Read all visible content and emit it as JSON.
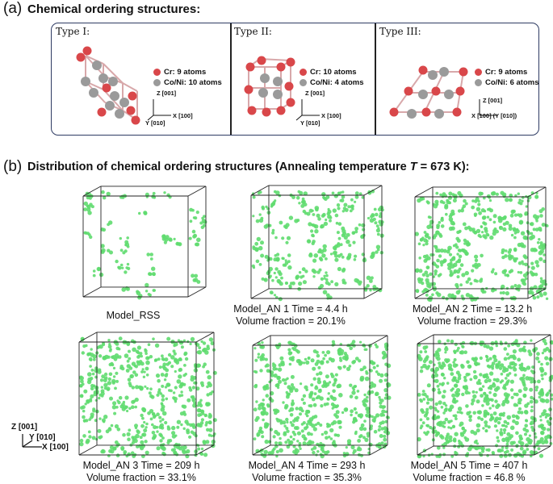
{
  "panel_a": {
    "letter": "(a)",
    "title": "Chemical ordering structures:",
    "types": [
      {
        "label": "Type I:",
        "cr": "Cr: 9 atoms",
        "coni": "Co/Ni: 10 atoms",
        "axis_z": "Z [001]",
        "axis_x": "X [100]",
        "axis_y": "Y [010]"
      },
      {
        "label": "Type II:",
        "cr": "Cr: 10 atoms",
        "coni": "Co/Ni: 4 atoms",
        "axis_z": "Z [001]",
        "axis_x": "X [100]",
        "axis_y": "Y [010]"
      },
      {
        "label": "Type III:",
        "cr": "Cr: 9 atoms",
        "coni": "Co/Ni: 6 atoms",
        "axis_z": "Z [001]",
        "axis_x": "X [100] (Y [010])"
      }
    ]
  },
  "panel_b": {
    "letter": "(b)",
    "title_prefix": "Distribution of chemical ordering structures (Annealing temperature ",
    "title_var": "T",
    "title_suffix": " = 673 K):",
    "axis": {
      "z": "Z [001]",
      "y": "Y [010]",
      "x": "X [100]"
    },
    "models": [
      {
        "line1": "Model_RSS",
        "line2": ""
      },
      {
        "line1": "Model_AN 1  Time = 4.4 h",
        "line2": "Volume fraction = 20.1%"
      },
      {
        "line1": "Model_AN 2  Time = 13.2 h",
        "line2": "Volume fraction = 29.3%"
      },
      {
        "line1": "Model_AN 3  Time = 209 h",
        "line2": "Volume fraction = 33.1%"
      },
      {
        "line1": "Model_AN 4  Time = 293 h",
        "line2": "Volume fraction = 35.3%"
      },
      {
        "line1": "Model_AN 5  Time = 407 h",
        "line2": "Volume fraction = 46.8 %"
      }
    ]
  },
  "colors": {
    "cr": "#d9474a",
    "coni": "#9a9a9a",
    "cluster": "#5fdc6f",
    "frame": "#2e3b63"
  }
}
